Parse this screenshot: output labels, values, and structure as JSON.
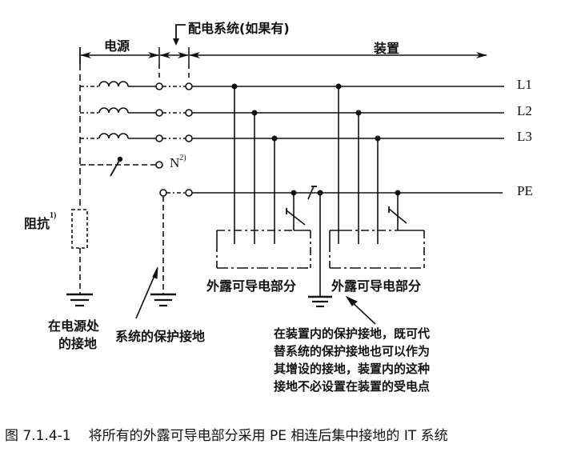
{
  "figure": {
    "caption": {
      "number": "图 7.1.4-1",
      "text": "将所有的外露可导电部分采用 PE 相连后集中接地的 IT 系统"
    }
  },
  "dimensions": {
    "source": "电源",
    "distribution": "配电系统(如果有)",
    "installation": "装置"
  },
  "conductors": [
    {
      "id": "L1",
      "label": "L1"
    },
    {
      "id": "L2",
      "label": "L2"
    },
    {
      "id": "L3",
      "label": "L3"
    },
    {
      "id": "N",
      "label": "N",
      "note_ref": "2)"
    },
    {
      "id": "PE",
      "label": "PE"
    }
  ],
  "labels": {
    "impedance": "阻抗",
    "impedance_ref": "1)",
    "exposed_parts_1": "外露可导电部分",
    "exposed_parts_2": "外露可导电部分",
    "source_earthing_line1": "在电源处",
    "source_earthing_line2": "的接地",
    "system_protective_earthing": "系统的保护接地"
  },
  "note": {
    "lines": [
      "在装置内的保护接地，既可代",
      "替系统的保护接地也可以作为",
      "其增设的接地，装置内的这种",
      "接地不必设置在装置的受电点"
    ]
  },
  "colors": {
    "ink": "#111111",
    "background": "#ffffff"
  }
}
